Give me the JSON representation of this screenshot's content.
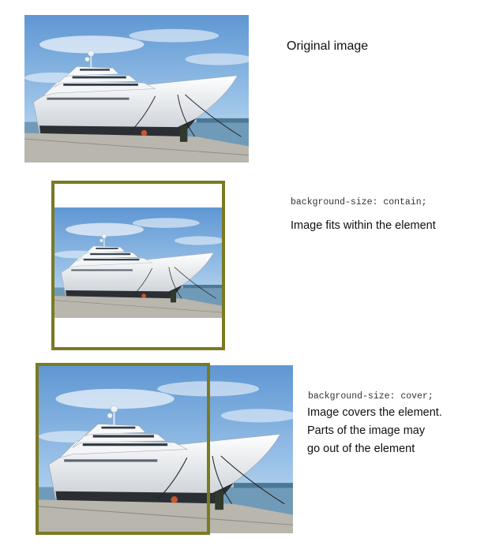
{
  "section_original": {
    "label": "Original image",
    "image_alt": "White superyacht moored at a pier under a blue sky"
  },
  "section_contain": {
    "code": "background-size: contain;",
    "description": "Image fits within the element"
  },
  "section_cover": {
    "code": "background-size: cover;",
    "description_lines": [
      "Image covers the element.",
      "Parts of the image may",
      "go out of the element"
    ]
  },
  "colors": {
    "frame_border": "#7a7a22",
    "sky_top": "#6fa3d8",
    "water": "#6f9bb8",
    "hull": "#eef0f2"
  }
}
